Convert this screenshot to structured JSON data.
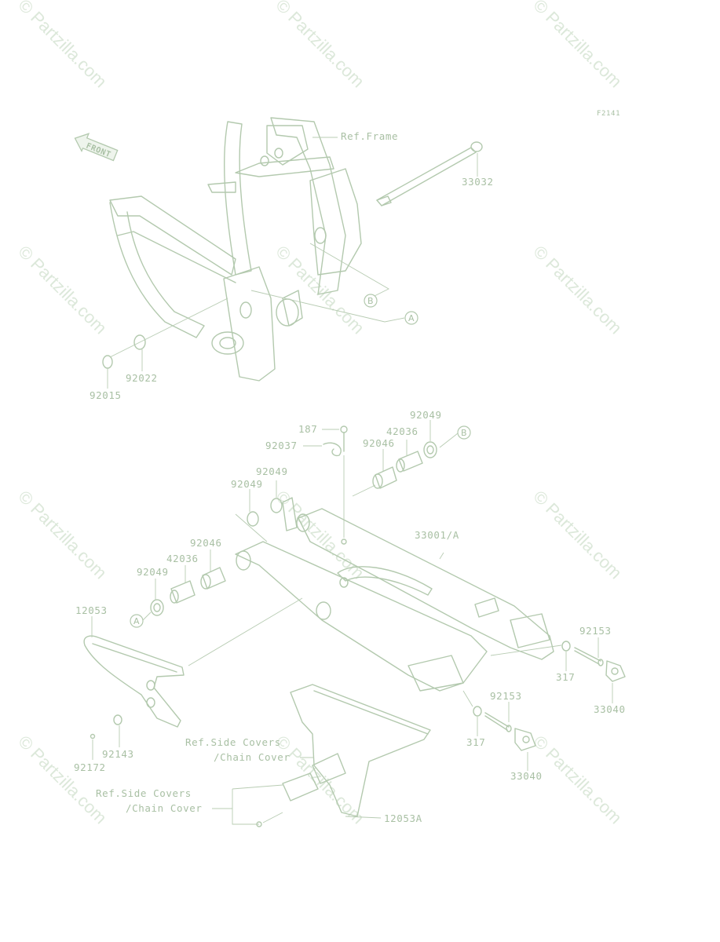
{
  "watermark": "© Partzilla.com",
  "figure_code": "F2141",
  "front_label": "FRONT",
  "labels": {
    "ref_frame": "Ref.Frame",
    "p33032": "33032",
    "circle_b": "B",
    "circle_a": "A",
    "p92022": "92022",
    "p92015": "92015",
    "p187": "187",
    "p42036_top": "42036",
    "p92049_top": "92049",
    "circle_b2": "B",
    "p92037": "92037",
    "p92046_top": "92046",
    "p92049_mid": "92049",
    "p92049_left": "92049",
    "p33001": "33001/A",
    "p92046_low": "92046",
    "p42036_low": "42036",
    "p92049_low": "92049",
    "circle_a2": "A",
    "p12053": "12053",
    "p92153_r": "92153",
    "p317_r": "317",
    "p33040_r": "33040",
    "p92153_l": "92153",
    "p317_l": "317",
    "p33040_l": "33040",
    "ref_side1_a": "Ref.Side Covers",
    "ref_side1_b": "/Chain Cover",
    "ref_side2_a": "Ref.Side Covers",
    "ref_side2_b": "/Chain Cover",
    "p12053A": "12053A",
    "p92143": "92143",
    "p92172": "92172"
  }
}
